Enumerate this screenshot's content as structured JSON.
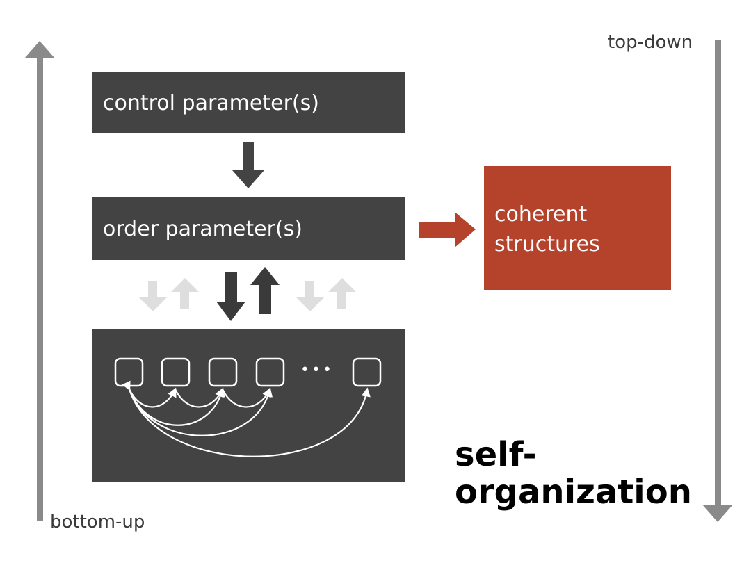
{
  "axes": {
    "bottom_up": "bottom-up",
    "top_down": "top-down"
  },
  "boxes": {
    "control": "control parameter(s)",
    "order": "order parameter(s)",
    "coherent": [
      "coherent",
      "structures"
    ]
  },
  "elements": {
    "ellipsis": "•••"
  },
  "title": [
    "self-",
    "organization"
  ],
  "colors": {
    "box": "#434343",
    "accent": "#b5422a",
    "axis_arrow": "#8a8a8a",
    "faint_arrow": "#dedede"
  }
}
